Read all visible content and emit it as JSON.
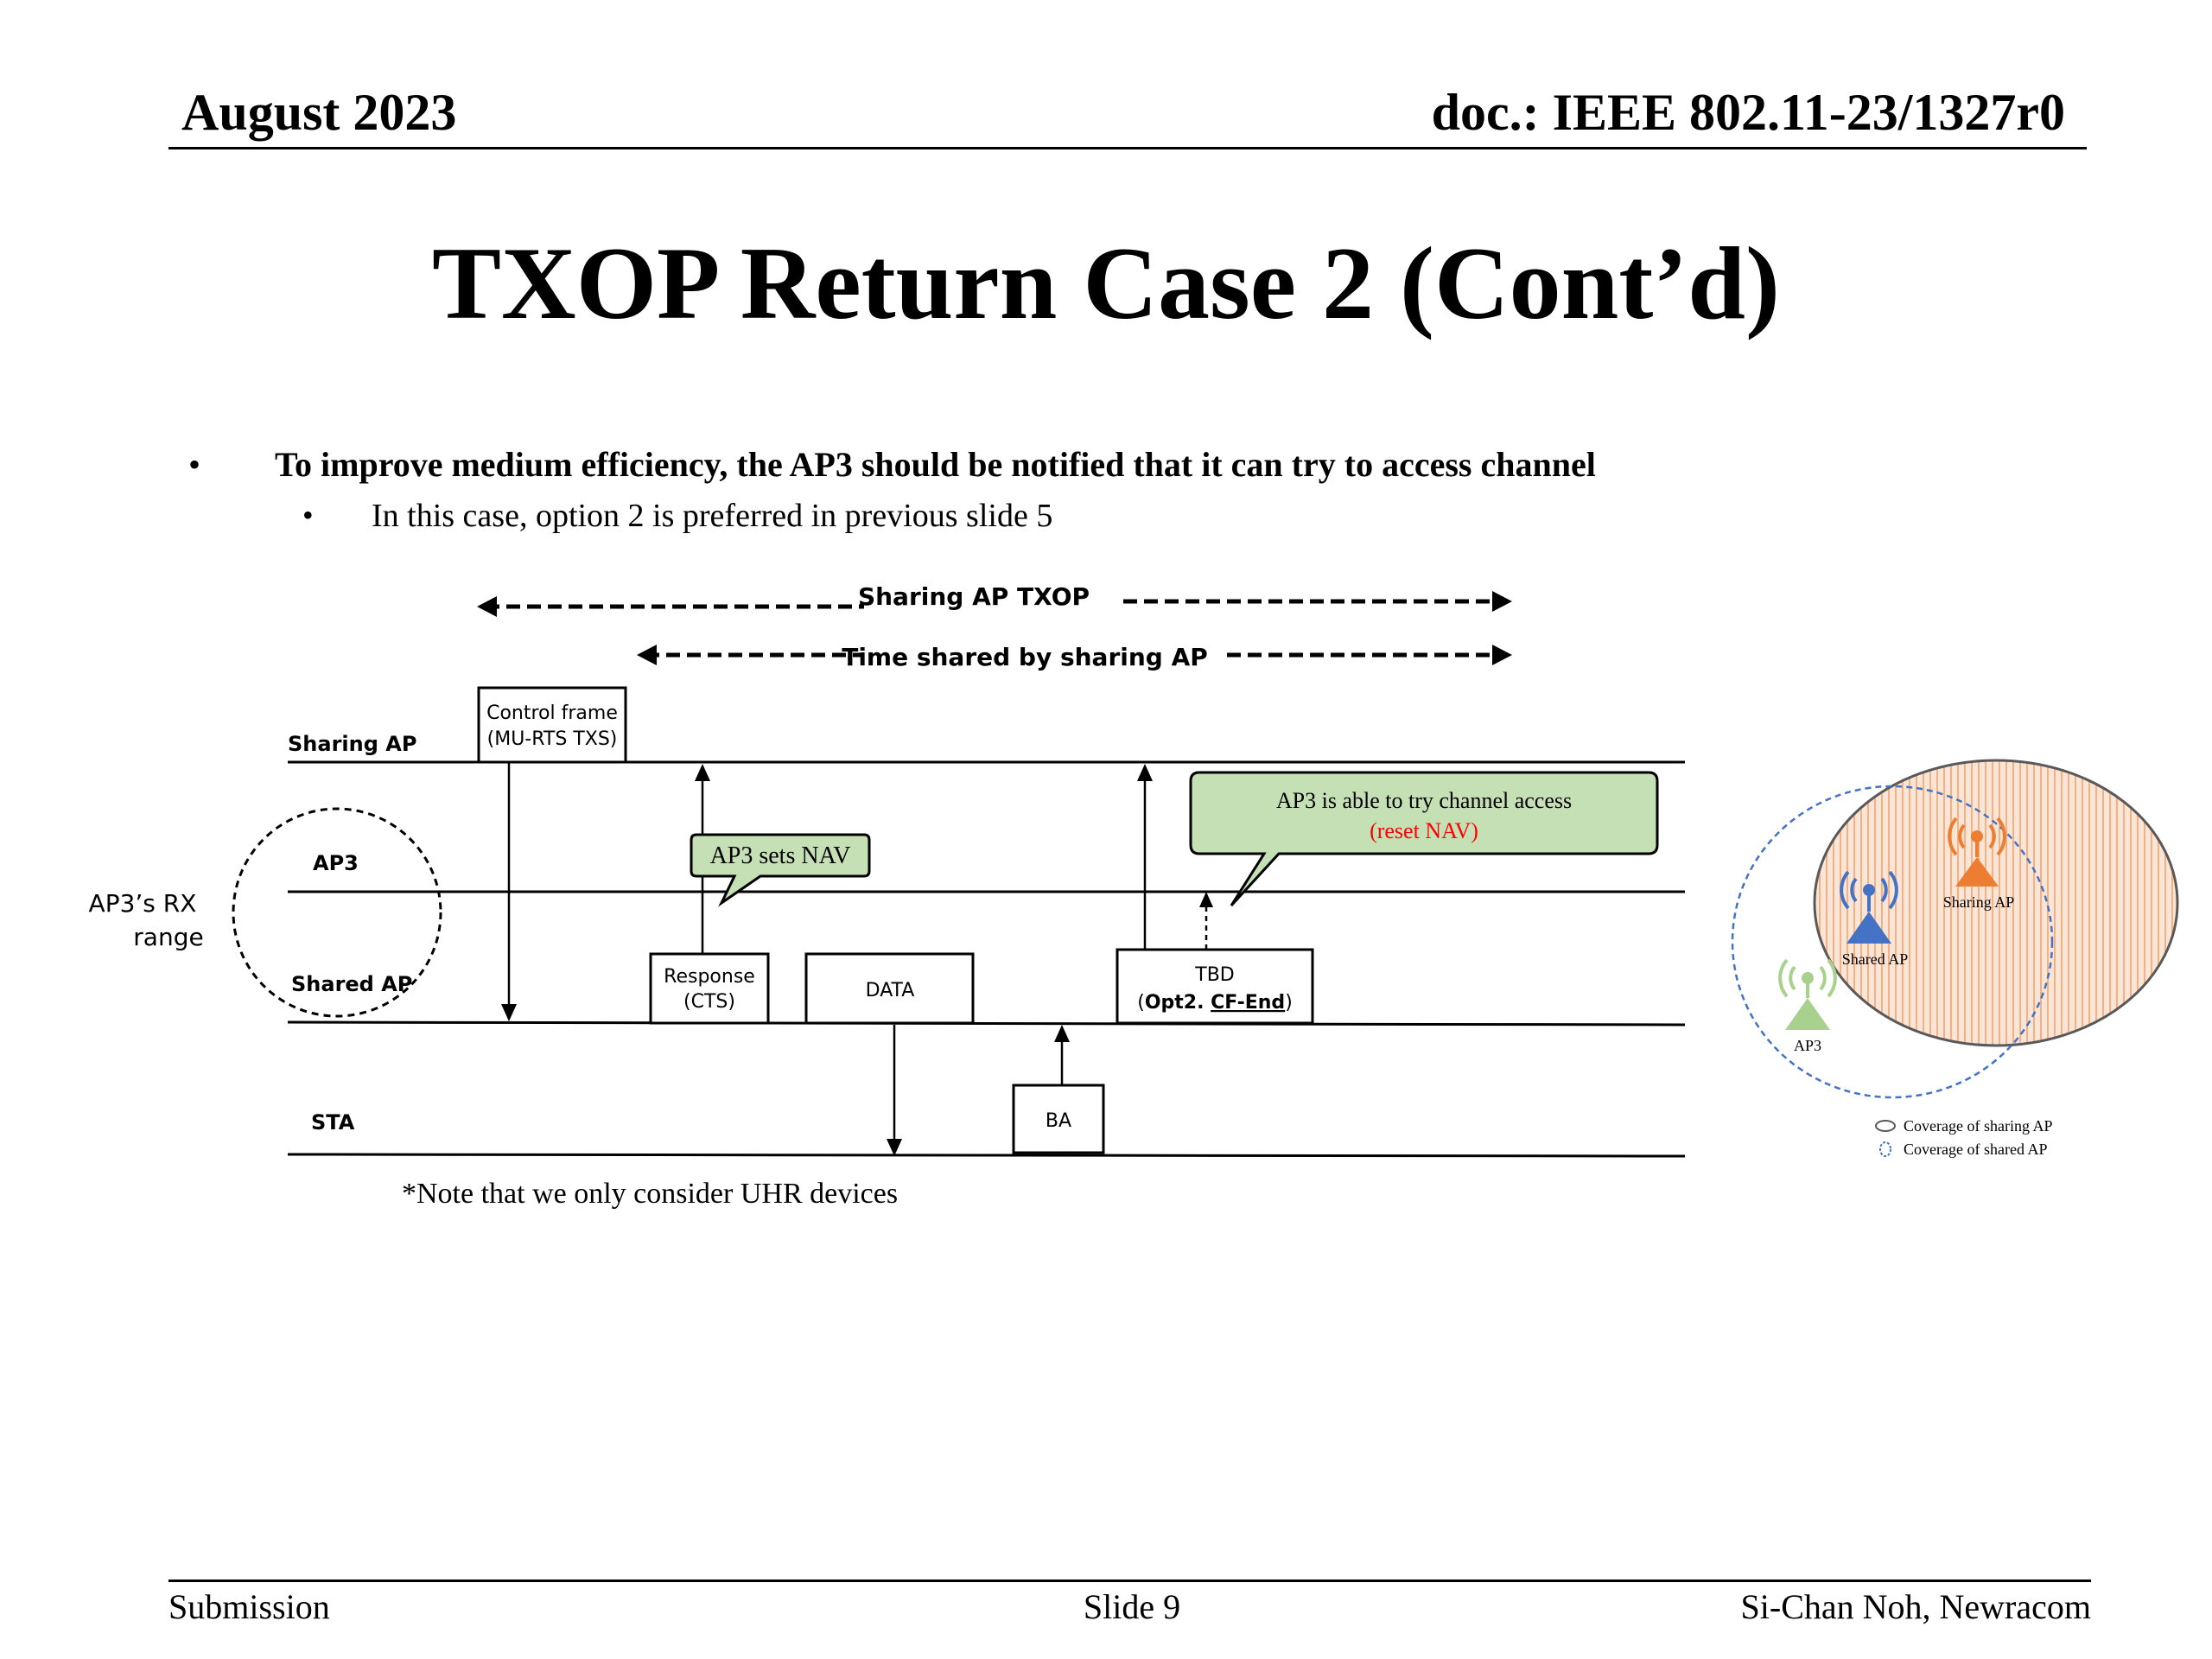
{
  "header": {
    "date": "August 2023",
    "doc_id": "doc.: IEEE 802.11-23/1327r0"
  },
  "slide_title": "TXOP Return Case 2 (Cont’d)",
  "bullets": {
    "main": "To improve medium efficiency, the AP3 should be notified that it can try to access channel",
    "sub": "In this case, option 2 is preferred in previous slide 5"
  },
  "diagram": {
    "sharing_txop_label": "Sharing AP TXOP",
    "time_shared_label": "Time shared by sharing AP",
    "rows": {
      "sharing_ap": "Sharing AP",
      "ap3": "AP3",
      "shared_ap": "Shared AP",
      "sta": "STA"
    },
    "rx_range_line1": "AP3’s RX",
    "rx_range_line2": "range",
    "frames": {
      "control_line1": "Control frame",
      "control_line2": "(MU-RTS TXS)",
      "response_line1": "Response",
      "response_line2": "(CTS)",
      "data": "DATA",
      "ba": "BA",
      "tbd_line1": "TBD",
      "tbd_line2_prefix": "(",
      "tbd_line2_opt": "Opt2. ",
      "tbd_line2_cfend": "CF-End",
      "tbd_line2_suffix": ")"
    },
    "callouts": {
      "nav": "AP3 sets NAV",
      "access_line1": "AP3 is able to try channel access",
      "access_line2": "(reset NAV)"
    },
    "note": "*Note that we only consider UHR devices"
  },
  "coverage": {
    "sharing_ap_label": "Sharing AP",
    "shared_ap_label": "Shared AP",
    "ap3_label": "AP3",
    "legend_sharing": "Coverage of sharing AP",
    "legend_shared": "Coverage of shared AP",
    "colors": {
      "sharing": "#ed7d31",
      "shared": "#4472c4",
      "ap3": "#70ad47",
      "callout_fill": "#c5e0b4",
      "reset_nav": "#ff0000"
    }
  },
  "footer": {
    "left": "Submission",
    "center": "Slide 9",
    "right": "Si-Chan Noh, Newracom"
  }
}
